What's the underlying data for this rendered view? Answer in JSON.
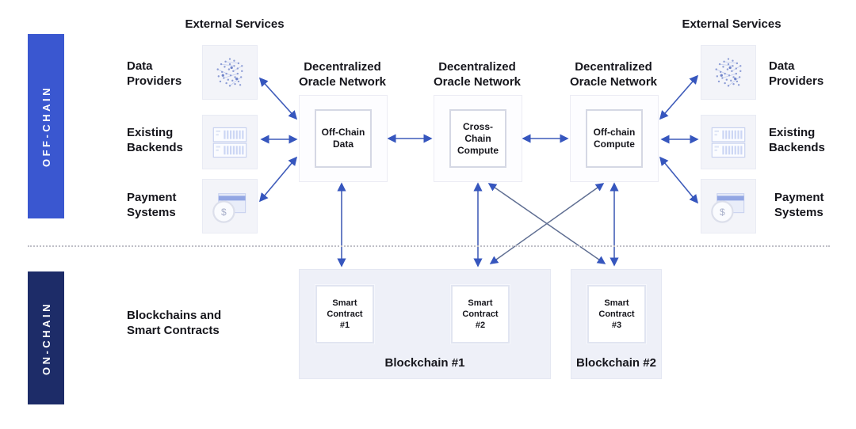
{
  "bars": {
    "offchain_label": "OFF-CHAIN",
    "onchain_label": "ON-CHAIN"
  },
  "external_services": {
    "left_title": "External Services",
    "right_title": "External Services",
    "items": [
      {
        "label": "Data\nProviders",
        "icon": "data-providers-icon"
      },
      {
        "label": "Existing\nBackends",
        "icon": "server-rack-icon"
      },
      {
        "label": "Payment\nSystems",
        "icon": "payment-card-icon"
      }
    ]
  },
  "oracle_networks": [
    {
      "title": "Decentralized\nOracle Network",
      "node_label": "Off-Chain\nData"
    },
    {
      "title": "Decentralized\nOracle Network",
      "node_label": "Cross-Chain\nCompute"
    },
    {
      "title": "Decentralized\nOracle Network",
      "node_label": "Off-chain\nCompute"
    }
  ],
  "onchain_section_label": "Blockchains and\nSmart Contracts",
  "blockchains": [
    {
      "label": "Blockchain #1",
      "contracts": [
        "Smart\nContract\n#1",
        "Smart\nContract\n#2"
      ]
    },
    {
      "label": "Blockchain #2",
      "contracts": [
        "Smart\nContract\n#3"
      ]
    }
  ],
  "payment_icon_symbol": "$",
  "colors": {
    "offchain_bar": "#3A57D0",
    "onchain_bar": "#1D2C68",
    "arrowhead": "#3656BE",
    "arrow_line_blue": "#3F5CBA",
    "arrow_line_slate": "#5F6E92",
    "blockchain_box_bg": "#EEF0F8",
    "tile_bg": "#F3F4F9"
  }
}
